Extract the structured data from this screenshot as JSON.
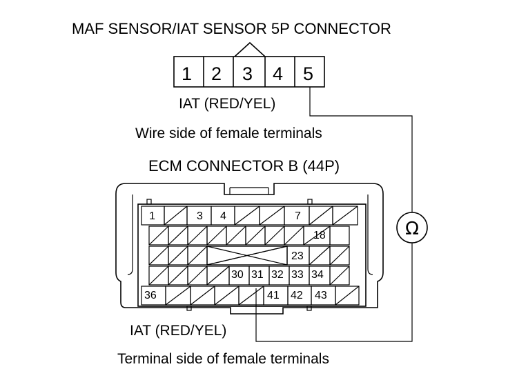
{
  "maf_connector": {
    "title": "MAF SENSOR/IAT SENSOR 5P CONNECTOR",
    "pins": [
      "1",
      "2",
      "3",
      "4",
      "5"
    ],
    "wire_label": "IAT (RED/YEL)",
    "side_caption": "Wire side of female terminals"
  },
  "ecm_connector": {
    "title": "ECM CONNECTOR B (44P)",
    "pin_labels": {
      "p1": "1",
      "p3": "3",
      "p4": "4",
      "p7": "7",
      "p18": "18",
      "p23": "23",
      "p30": "30",
      "p31": "31",
      "p32": "32",
      "p33": "33",
      "p34": "34",
      "p36": "36",
      "p41": "41",
      "p42": "42",
      "p43": "43"
    },
    "wire_label": "IAT (RED/YEL)",
    "side_caption": "Terminal side of female terminals"
  },
  "meter": {
    "symbol": "Ω",
    "icon": "ohmmeter-icon"
  }
}
